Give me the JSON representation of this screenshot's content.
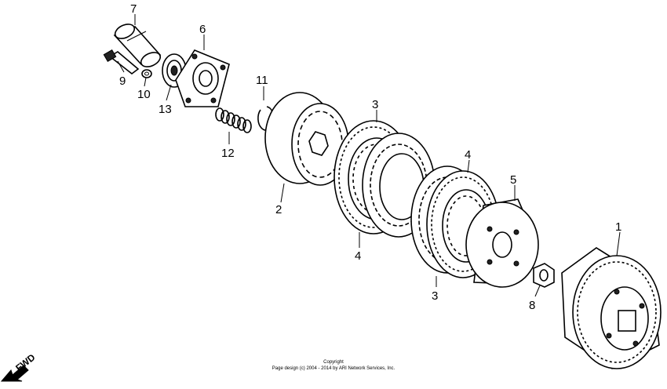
{
  "callouts": {
    "c1": "1",
    "c2": "2",
    "c3a": "3",
    "c3b": "3",
    "c4a": "4",
    "c4b": "4",
    "c5": "5",
    "c6": "6",
    "c7": "7",
    "c8": "8",
    "c9": "9",
    "c10": "10",
    "c11": "11",
    "c12": "12",
    "c13": "13"
  },
  "direction_label": "FWD",
  "copyright": {
    "line1": "Copyright",
    "line2": "Page design (c) 2004 - 2014 by ARI Network Services, Inc."
  },
  "colors": {
    "ink": "#000000",
    "paper": "#ffffff"
  }
}
